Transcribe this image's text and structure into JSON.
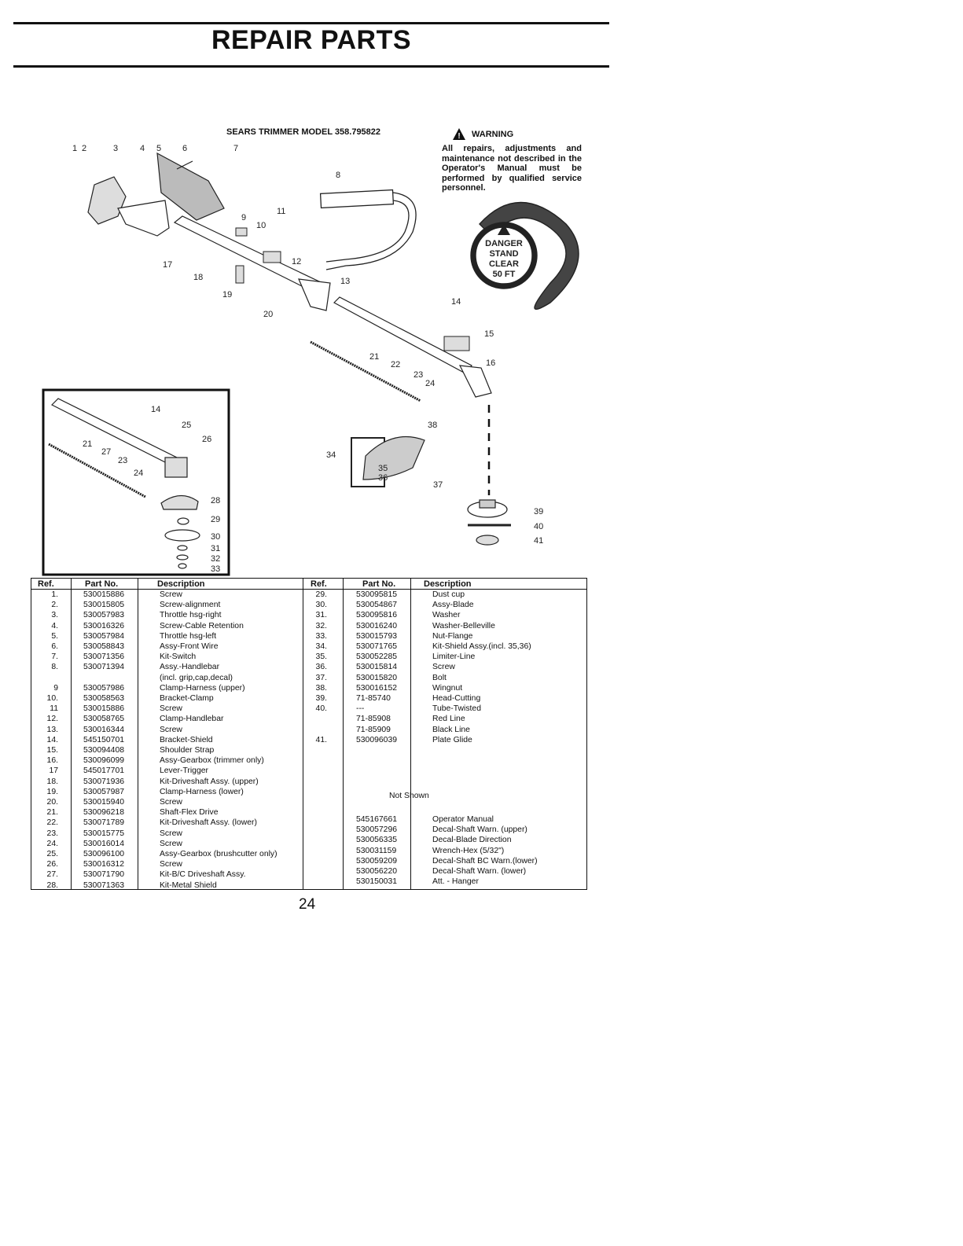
{
  "page_title": "REPAIR PARTS",
  "model_title": "SEARS TRIMMER MODEL 358.795822",
  "warning": {
    "heading": "WARNING",
    "text": "All repairs, adjustments and maintenance not described in the Operator's Manual must be performed by qualified service personnel."
  },
  "danger_decal": [
    "DANGER",
    "STAND",
    "CLEAR",
    "50 FT"
  ],
  "callouts": [
    "1",
    "2",
    "3",
    "4",
    "5",
    "6",
    "7",
    "8",
    "9",
    "10",
    "11",
    "12",
    "13",
    "14",
    "15",
    "16",
    "17",
    "18",
    "19",
    "20",
    "21",
    "22",
    "23",
    "24",
    "34",
    "35",
    "36",
    "37",
    "38",
    "39",
    "40",
    "41"
  ],
  "inset_callouts": [
    "14",
    "25",
    "26",
    "21",
    "27",
    "23",
    "24",
    "28",
    "29",
    "30",
    "31",
    "32",
    "33"
  ],
  "table": {
    "headers": {
      "ref": "Ref.",
      "part_no": "Part No.",
      "description": "Description"
    },
    "left_rows": [
      {
        "ref": "1.",
        "part": "530015886",
        "desc": "Screw"
      },
      {
        "ref": "2.",
        "part": "530015805",
        "desc": "Screw-alignment"
      },
      {
        "ref": "3.",
        "part": "530057983",
        "desc": "Throttle hsg-right"
      },
      {
        "ref": "4.",
        "part": "530016326",
        "desc": "Screw-Cable Retention"
      },
      {
        "ref": "5.",
        "part": "530057984",
        "desc": "Throttle hsg-left"
      },
      {
        "ref": "6.",
        "part": "530058843",
        "desc": "Assy-Front Wire"
      },
      {
        "ref": "7.",
        "part": "530071356",
        "desc": "Kit-Switch"
      },
      {
        "ref": "8.",
        "part": "530071394",
        "desc": "Assy.-Handlebar"
      },
      {
        "ref": "",
        "part": "",
        "desc": "(incl. grip,cap,decal)"
      },
      {
        "ref": "9",
        "part": "530057986",
        "desc": "Clamp-Harness (upper)"
      },
      {
        "ref": "10.",
        "part": "530058563",
        "desc": "Bracket-Clamp"
      },
      {
        "ref": "11",
        "part": "530015886",
        "desc": "Screw"
      },
      {
        "ref": "12.",
        "part": "530058765",
        "desc": "Clamp-Handlebar"
      },
      {
        "ref": "13.",
        "part": "530016344",
        "desc": "Screw"
      },
      {
        "ref": "14.",
        "part": "545150701",
        "desc": "Bracket-Shield"
      },
      {
        "ref": "15.",
        "part": "530094408",
        "desc": "Shoulder Strap"
      },
      {
        "ref": "16.",
        "part": "530096099",
        "desc": "Assy-Gearbox (trimmer only)"
      },
      {
        "ref": "17",
        "part": "545017701",
        "desc": "Lever-Trigger"
      },
      {
        "ref": "18.",
        "part": "530071936",
        "desc": "Kit-Driveshaft Assy. (upper)"
      },
      {
        "ref": "19.",
        "part": "530057987",
        "desc": "Clamp-Harness (lower)"
      },
      {
        "ref": "20.",
        "part": "530015940",
        "desc": "Screw"
      },
      {
        "ref": "21.",
        "part": "530096218",
        "desc": "Shaft-Flex Drive"
      },
      {
        "ref": "22.",
        "part": "530071789",
        "desc": "Kit-Driveshaft Assy. (lower)"
      },
      {
        "ref": "23.",
        "part": "530015775",
        "desc": "Screw"
      },
      {
        "ref": "24.",
        "part": "530016014",
        "desc": "Screw"
      },
      {
        "ref": "25.",
        "part": "530096100",
        "desc": "Assy-Gearbox (brushcutter only)"
      },
      {
        "ref": "26.",
        "part": "530016312",
        "desc": "Screw"
      },
      {
        "ref": "27.",
        "part": "530071790",
        "desc": "Kit-B/C Driveshaft Assy."
      },
      {
        "ref": "28.",
        "part": "530071363",
        "desc": "Kit-Metal Shield"
      }
    ],
    "right_rows": [
      {
        "ref": "29.",
        "part": "530095815",
        "desc": "Dust cup"
      },
      {
        "ref": "30.",
        "part": "530054867",
        "desc": "Assy-Blade"
      },
      {
        "ref": "31.",
        "part": "530095816",
        "desc": "Washer"
      },
      {
        "ref": "32.",
        "part": "530016240",
        "desc": "Washer-Belleville"
      },
      {
        "ref": "33.",
        "part": "530015793",
        "desc": "Nut-Flange"
      },
      {
        "ref": "34.",
        "part": "530071765",
        "desc": "Kit-Shield Assy.(incl. 35,36)"
      },
      {
        "ref": "35.",
        "part": "530052285",
        "desc": "Limiter-Line"
      },
      {
        "ref": "36.",
        "part": "530015814",
        "desc": "Screw"
      },
      {
        "ref": "37.",
        "part": "530015820",
        "desc": "Bolt"
      },
      {
        "ref": "38.",
        "part": "530016152",
        "desc": "Wingnut"
      },
      {
        "ref": "39.",
        "part": "71-85740",
        "desc": "Head-Cutting"
      },
      {
        "ref": "40.",
        "part": "---",
        "desc": "Tube-Twisted"
      },
      {
        "ref": "",
        "part": "71-85908",
        "desc": "Red Line"
      },
      {
        "ref": "",
        "part": "71-85909",
        "desc": "Black Line"
      },
      {
        "ref": "41.",
        "part": "530096039",
        "desc": "Plate Glide"
      }
    ],
    "not_shown_label": "Not Shown",
    "not_shown_rows": [
      {
        "part": "545167661",
        "desc": "Operator Manual"
      },
      {
        "part": "530057296",
        "desc": "Decal-Shaft Warn. (upper)"
      },
      {
        "part": "530056335",
        "desc": "Decal-Blade Direction"
      },
      {
        "part": "530031159",
        "desc": "Wrench-Hex (5/32\")"
      },
      {
        "part": "530059209",
        "desc": "Decal-Shaft BC Warn.(lower)"
      },
      {
        "part": "530056220",
        "desc": "Decal-Shaft Warn. (lower)"
      },
      {
        "part": "530150031",
        "desc": "Att. - Hanger"
      }
    ]
  },
  "page_number": "24"
}
